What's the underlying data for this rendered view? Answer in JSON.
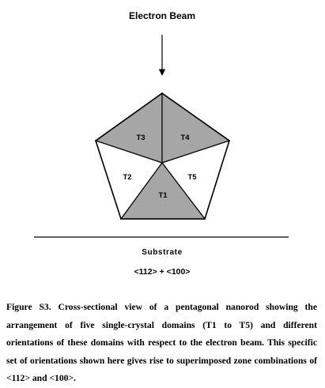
{
  "diagram": {
    "beam_label": "Electron Beam",
    "domains": [
      {
        "label": "T1",
        "fill": "#a6a6a6"
      },
      {
        "label": "T2",
        "fill": "#ffffff"
      },
      {
        "label": "T3",
        "fill": "#a6a6a6"
      },
      {
        "label": "T4",
        "fill": "#a6a6a6"
      },
      {
        "label": "T5",
        "fill": "#ffffff"
      }
    ],
    "substrate_label": "Substrate",
    "zone_label": "<112> + <100>"
  },
  "caption": {
    "prefix": "Figure S3.",
    "body": "Cross-sectional view of a pentagonal nanorod showing the arrangement of five single-crystal domains (T1 to T5) and different orientations of these domains with respect to the electron beam. This specific set of orientations shown here gives rise to superimposed zone combinations of <112> and <100>."
  }
}
